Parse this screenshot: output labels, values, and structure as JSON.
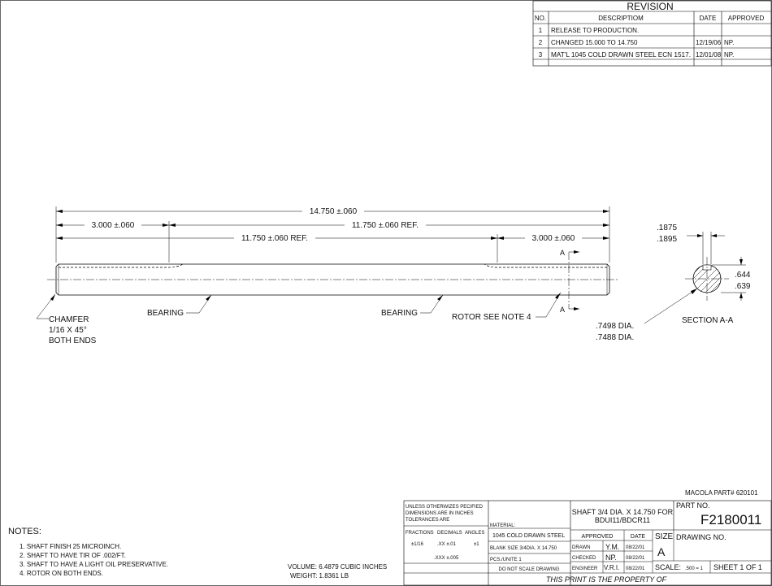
{
  "revision": {
    "title": "REVISION",
    "headers": {
      "no": "NO.",
      "description": "DESCRIPTIOM",
      "date": "DATE",
      "approved": "APPROVED"
    },
    "rows": [
      {
        "no": "1",
        "description": "RELEASE TO PRODUCTION.",
        "date": "",
        "approved": ""
      },
      {
        "no": "2",
        "description": "CHANGED 15.000 TO 14.750",
        "date": "12/19/06",
        "approved": "NP."
      },
      {
        "no": "3",
        "description": "MAT'L 1045 COLD DRAWN STEEL ECN 1517.",
        "date": "12/01/08",
        "approved": "NP."
      }
    ]
  },
  "dimensions": {
    "overall": "14.750 ±.060",
    "left_end": "3.000 ±.060",
    "left_ref": "11.750 ±.060 REF.",
    "right_ref": "11.750 ±.060 REF.",
    "right_end": "3.000 ±.060"
  },
  "callouts": {
    "chamfer": [
      "CHAMFER",
      "1/16 X 45°",
      "BOTH ENDS"
    ],
    "bearing_left": "BEARING",
    "bearing_right": "BEARING",
    "rotor": "ROTOR SEE NOTE 4",
    "section_mark": "A",
    "diameter": [
      ".7498 DIA.",
      ".7488 DIA."
    ]
  },
  "section": {
    "title": "SECTION A-A",
    "keyway_width": [
      ".1875",
      ".1895"
    ],
    "keyway_depth": [
      ".644",
      ".639"
    ]
  },
  "notes": {
    "title": "NOTES:",
    "items": [
      "1. SHAFT FINISH 25 MICROINCH.",
      "2. SHAFT TO HAVE TIR OF .002/FT.",
      "3. SHAFT TO HAVE A LIGHT OIL PRESERVATIVE.",
      "4. ROTOR ON BOTH ENDS."
    ]
  },
  "mass": {
    "volume": "VOLUME: 6.4879 CUBIC INCHES",
    "weight": "WEIGHT: 1.8361 LB"
  },
  "title_block": {
    "macola": "MACOLA PART# 620101",
    "tolerance_header": [
      "UNLESS OTHERWIZES PECIFIED",
      "DIMENSIONS ARE IN INCHES",
      "TOLERANCES ARE"
    ],
    "tolerance_labels": {
      "fractions": "FRACTIONS",
      "decimals": "DECIMALS",
      "angles": "ANGLES"
    },
    "tolerance_values": {
      "fractions": "±1/16",
      "xx": ".XX ±.01",
      "angles": "±1",
      "xxx": ".XXX ±.005"
    },
    "material_label": "MATERIAL:",
    "material_value": "1045 COLD DRAWN STEEL",
    "blank_size": "BLANK SIZE 3/4DIA. X 14.750",
    "pcs_unit": "PCS./UNITE 1",
    "do_not_scale": "DO NOT SCALE DRAWING",
    "title_lines": [
      "SHAFT 3/4 DIA. X 14.750 FOR",
      "BDUI11/BDCR11"
    ],
    "part_no_label": "PART NO.",
    "part_no": "F2180011",
    "approved_label": "APPROVED",
    "date_label": "DATE",
    "size_label": "SIZE",
    "size_value": "A",
    "drawing_no_label": "DRAWING NO.",
    "drawn_label": "DRAWN",
    "drawn_by": "Y.M.",
    "drawn_date": "08/22/01",
    "checked_label": "CHECKED",
    "checked_by": "NP.",
    "checked_date": "08/22/01",
    "engineer_label": "ENGINEER",
    "engineer_by": "V.R.I.",
    "engineer_date": "08/22/01",
    "scale_label": "SCALE:",
    "scale_value": ".500 = 1",
    "sheet": "SHEET 1 OF 1",
    "property": "THIS PRINT IS THE PROPERTY OF"
  }
}
